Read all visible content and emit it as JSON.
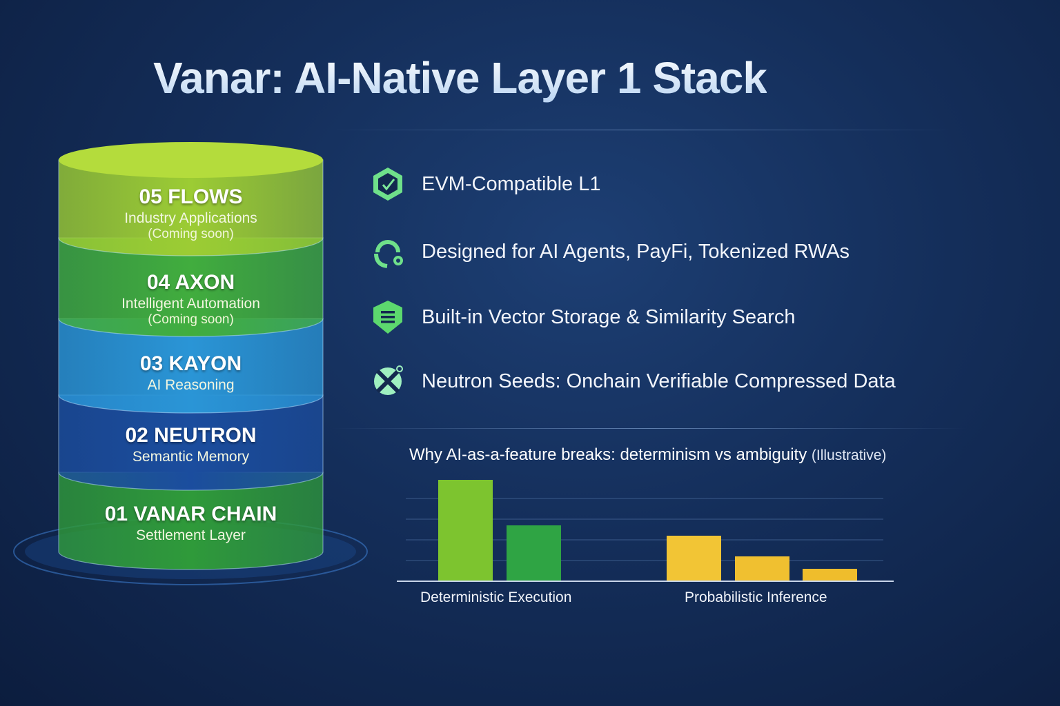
{
  "title": "Vanar: AI-Native Layer 1 Stack",
  "layers": [
    {
      "title": "05 FLOWS",
      "subtitle": "Industry Applications",
      "note": "(Coming soon)",
      "color": "#9ccc34"
    },
    {
      "title": "04 AXON",
      "subtitle": "Intelligent Automation",
      "note": "(Coming soon)",
      "color": "#41ad3e"
    },
    {
      "title": "03 KAYON",
      "subtitle": "AI Reasoning",
      "color": "#2a95d6"
    },
    {
      "title": "02 NEUTRON",
      "subtitle": "Semantic Memory",
      "color": "#1b4d9e"
    },
    {
      "title": "01 VANAR CHAIN",
      "subtitle": "Settlement Layer",
      "color": "#2f9a3a"
    }
  ],
  "features": [
    {
      "label": "EVM-Compatible L1",
      "icon": "shield-check-icon"
    },
    {
      "label": "Designed for AI Agents, PayFi, Tokenized RWAs",
      "icon": "headset-agent-icon"
    },
    {
      "label": "Built-in Vector Storage & Similarity Search",
      "icon": "shield-list-icon"
    },
    {
      "label": "Neutron Seeds: Onchain Verifiable Compressed Data",
      "icon": "compress-x-icon"
    }
  ],
  "chart_data": {
    "type": "bar",
    "title": "Why AI-as-a-feature breaks: determinism vs ambiguity",
    "subtitle": "(Illustrative)",
    "categories": [
      "Deterministic Execution",
      "Probabilistic Inference"
    ],
    "series_values": [
      [
        4.9,
        2.7
      ],
      [
        2.2,
        1.2,
        0.6
      ]
    ],
    "colors": [
      [
        "#7dc42f",
        "#2fa444"
      ],
      [
        "#f2c535",
        "#f0c030",
        "#efbd2c"
      ]
    ],
    "ylim": [
      0,
      5
    ],
    "grid": true,
    "xlabel": "",
    "ylabel": ""
  }
}
